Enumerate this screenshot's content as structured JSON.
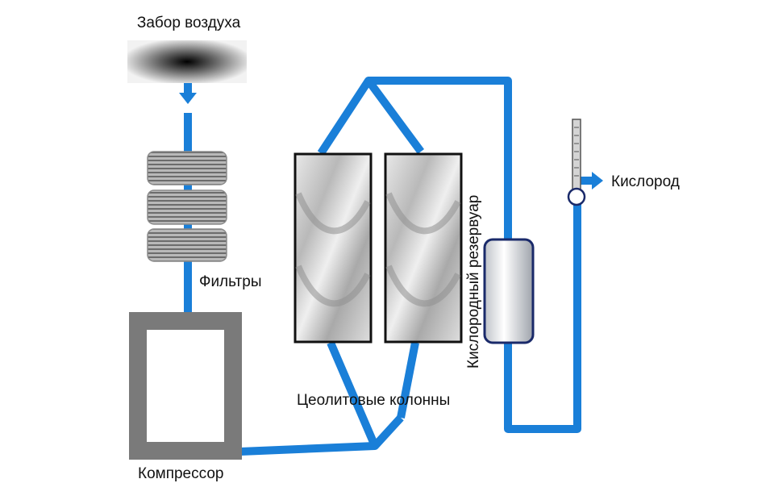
{
  "labels": {
    "air_intake": "Забор воздуха",
    "filters": "Фильтры",
    "compressor": "Компрессор",
    "zeolite_columns": "Цеолитовые колонны",
    "oxygen_reservoir": "Кислородный резервуар",
    "oxygen": "Кислород"
  },
  "colors": {
    "pipe": "#1a7fd8",
    "compressor": "#7a7a7a",
    "column_border": "#111111",
    "reservoir_border": "#1a2a6a",
    "filter": "#9a9a9a"
  }
}
